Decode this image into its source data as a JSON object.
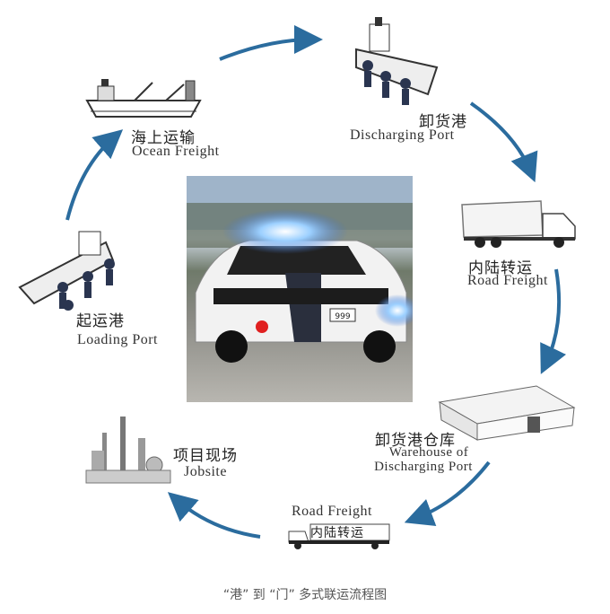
{
  "stages": [
    {
      "zh": "海上运输",
      "en": "Ocean Freight"
    },
    {
      "zh": "卸货港",
      "en": "Discharging Port"
    },
    {
      "zh": "内陆转运",
      "en": "Road Freight"
    },
    {
      "zh": "卸货港仓库",
      "en_line1": "Warehouse of",
      "en_line2": "Discharging Port"
    },
    {
      "en": "Road Freight",
      "truck_text": "内陆转运"
    },
    {
      "zh": "项目现场",
      "en": "Jobsite"
    },
    {
      "zh": "起运港",
      "en": "Loading Port"
    }
  ],
  "center_photo": {
    "plate": "999"
  },
  "caption": "“港” 到 “门” 多式联运流程图",
  "colors": {
    "arrow": "#2b6c9e"
  }
}
